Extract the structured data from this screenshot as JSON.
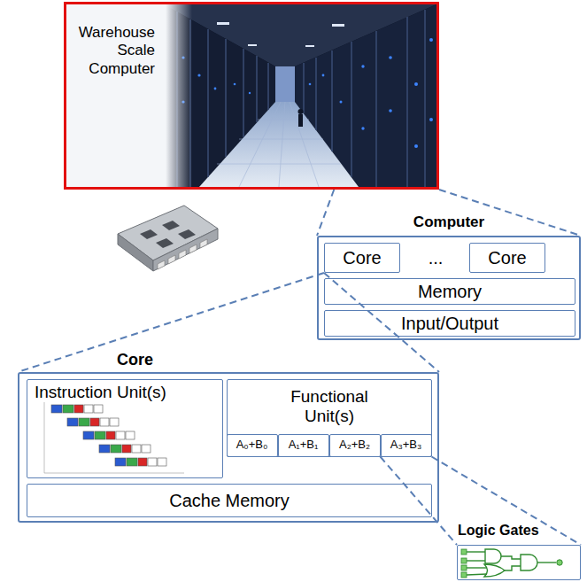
{
  "diagram": {
    "nodes": [
      {
        "text": [
          "Warehouse Scale Computer"
        ]
      },
      {
        "text": [
          "Computer"
        ]
      },
      {
        "text": [
          "Core"
        ],
        "in": 1
      },
      {
        "text": [
          "Core"
        ],
        "in": 1
      },
      {
        "text": [
          "Memory"
        ],
        "in": 1
      },
      {
        "text": [
          "Input/Output"
        ],
        "in": 1
      },
      {
        "text": [
          "Core"
        ]
      },
      {
        "text": [
          "Instruction Unit(s)"
        ],
        "in": 6
      },
      {
        "text": [
          "Functional Unit(s)"
        ],
        "in": 6
      },
      {
        "text": [
          "A₀+B₀"
        ],
        "in": 8
      },
      {
        "text": [
          "A₁+B₁"
        ],
        "in": 8
      },
      {
        "text": [
          "A₂+B₂"
        ],
        "in": 8
      },
      {
        "text": [
          "A₃+B₃"
        ],
        "in": 8
      },
      {
        "text": [
          "Cache Memory"
        ],
        "in": 6
      },
      {
        "text": [
          "Logic Gates"
        ]
      }
    ],
    "edges": [
      {
        "from": 0,
        "to": 1,
        "arrow": "none"
      },
      {
        "from": 2,
        "to": 6,
        "arrow": "none"
      },
      {
        "from": 12,
        "to": 14,
        "arrow": "none"
      }
    ],
    "labels": [
      "..."
    ]
  }
}
